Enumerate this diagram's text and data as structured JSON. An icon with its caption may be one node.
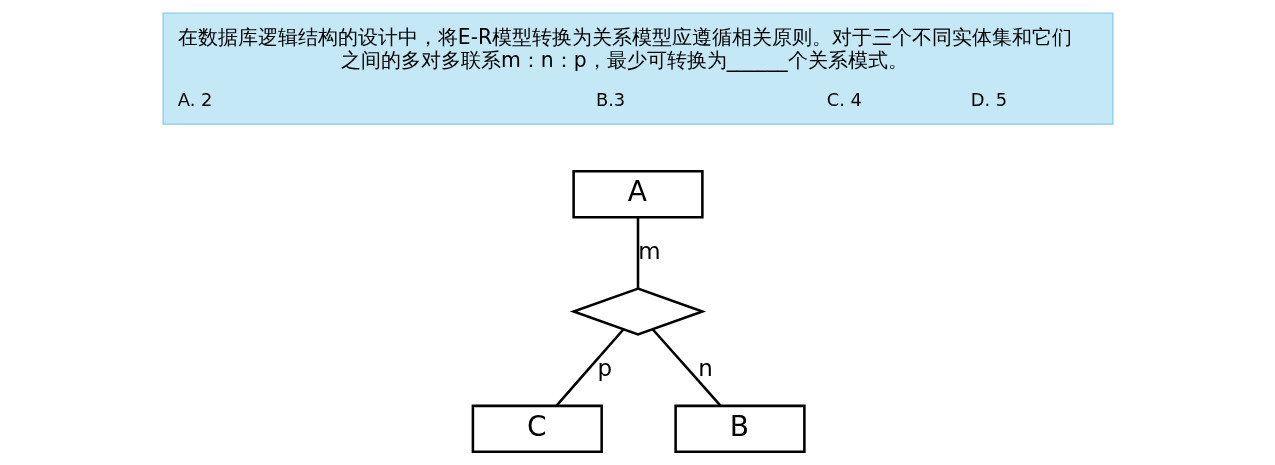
{
  "diagram": {
    "nodes": [
      {
        "text": [
          "在数据库逻辑结构的设计中，将E-R模型转换为关系模型应遵循相关原则。对于三个不同实体集和它们之间的多对多联系m：n：p，最少可转换为______个关系模式。",
          "A. 2",
          "B.3",
          "C. 4",
          "D. 5"
        ]
      },
      {
        "text": [
          "A"
        ]
      },
      {
        "text": [],
        "shape": "diamond"
      },
      {
        "text": [
          "B"
        ]
      },
      {
        "text": [
          "C"
        ]
      }
    ],
    "edges": [
      {
        "from": 1,
        "to": 2,
        "arrow": "none",
        "label": "m"
      },
      {
        "from": 3,
        "to": 2,
        "arrow": "none",
        "label": "n"
      },
      {
        "from": 2,
        "to": 4,
        "arrow": "none",
        "label": "p"
      }
    ]
  }
}
